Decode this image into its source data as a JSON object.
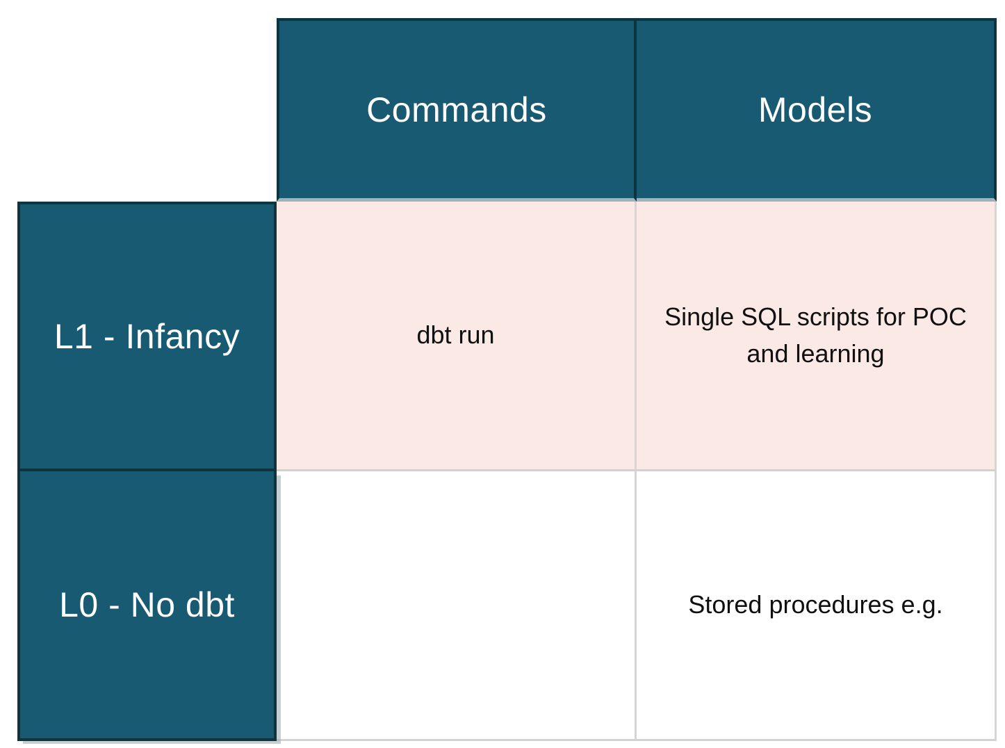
{
  "colors": {
    "header_bg": "#195A73",
    "header_border": "#0E3440",
    "header_shadow": "#9FB3BA",
    "highlight_row_bg": "#FBE9E5",
    "plain_row_bg": "#FFFFFF",
    "light_border": "#D5D5D3",
    "header_text": "#FFFFFF",
    "body_text": "#101010"
  },
  "table": {
    "col_headers": {
      "commands": "Commands",
      "models": "Models"
    },
    "rows": [
      {
        "label": "L1 - Infancy",
        "commands": "dbt run",
        "models": "Single SQL scripts for POC and learning"
      },
      {
        "label": "L0 - No dbt",
        "commands": "",
        "models": "Stored procedures e.g."
      }
    ]
  }
}
